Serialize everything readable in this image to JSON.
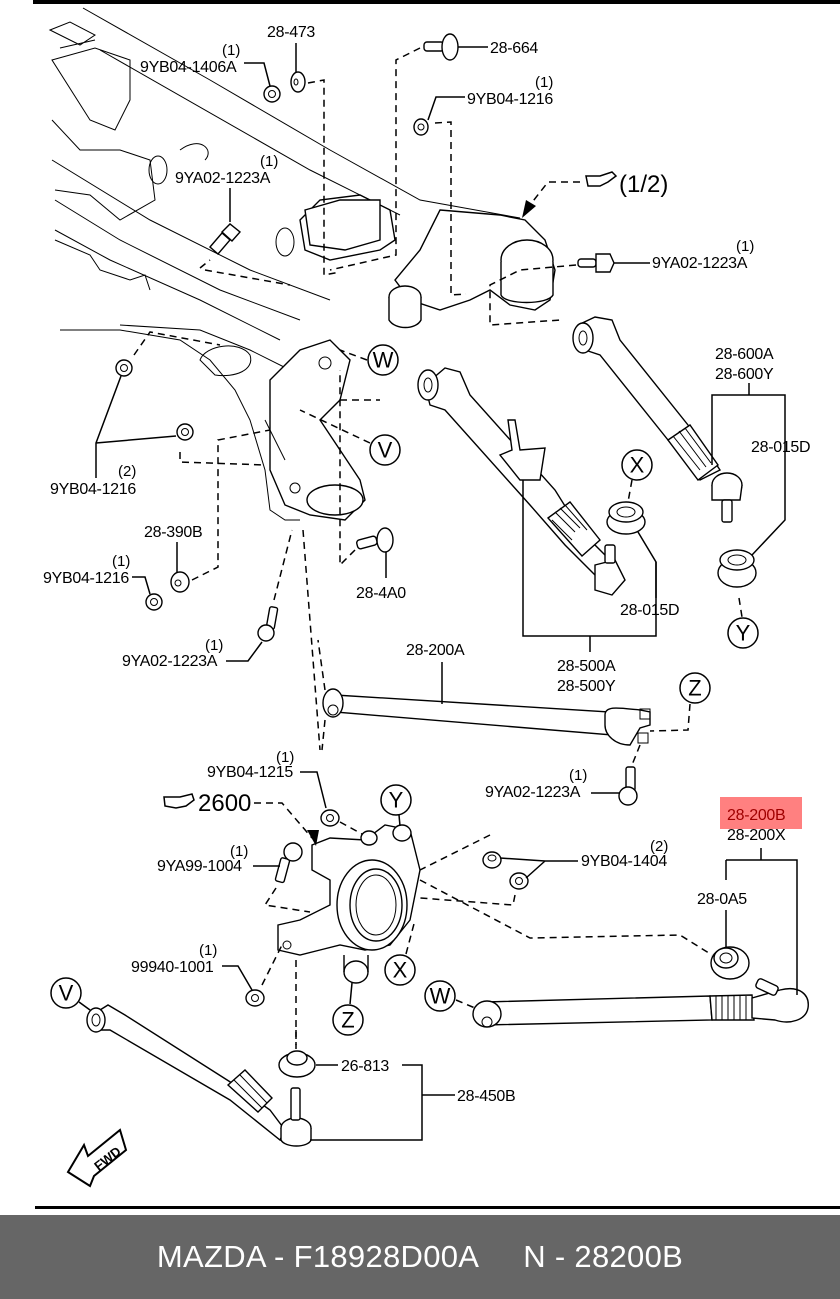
{
  "diagram": {
    "title_ref": "(1/2)",
    "knuckle_ref": "2600",
    "fwd_label": "FWD",
    "highlight_color": "#ff8080",
    "callouts": {
      "V": "V",
      "W": "W",
      "X": "X",
      "Y": "Y",
      "Z": "Z"
    },
    "labels": {
      "p28_473": "28-473",
      "p28_664": "28-664",
      "p9YB04_1406A": "9YB04-1406A",
      "p9YB04_1406A_qty": "(1)",
      "p9YB04_1216_top": "9YB04-1216",
      "p9YB04_1216_top_qty": "(1)",
      "p9YA02_1223A_a": "9YA02-1223A",
      "p9YA02_1223A_a_qty": "(1)",
      "p9YA02_1223A_b": "9YA02-1223A",
      "p9YA02_1223A_b_qty": "(1)",
      "p9YB04_1216_mid": "9YB04-1216",
      "p9YB04_1216_mid_qty": "(2)",
      "p28_390B": "28-390B",
      "p9YB04_1216_low": "9YB04-1216",
      "p9YB04_1216_low_qty": "(1)",
      "p28_4A0": "28-4A0",
      "p9YA02_1223A_c": "9YA02-1223A",
      "p9YA02_1223A_c_qty": "(1)",
      "p28_600A": "28-600A",
      "p28_600Y": "28-600Y",
      "p28_015D_a": "28-015D",
      "p28_015D_b": "28-015D",
      "p28_500A": "28-500A",
      "p28_500Y": "28-500Y",
      "p28_200A": "28-200A",
      "p9YA02_1223A_d": "9YA02-1223A",
      "p9YA02_1223A_d_qty": "(1)",
      "p9YB04_1215": "9YB04-1215",
      "p9YB04_1215_qty": "(1)",
      "p9YA99_1004": "9YA99-1004",
      "p9YA99_1004_qty": "(1)",
      "p99940_1001": "99940-1001",
      "p99940_1001_qty": "(1)",
      "p9YB04_1404": "9YB04-1404",
      "p9YB04_1404_qty": "(2)",
      "p28_200B": "28-200B",
      "p28_200X": "28-200X",
      "p28_0A5": "28-0A5",
      "p26_813": "26-813",
      "p28_450B": "28-450B"
    }
  },
  "footer": {
    "brand_part": "MAZDA - F18928D00A",
    "number": "N - 28200B"
  }
}
